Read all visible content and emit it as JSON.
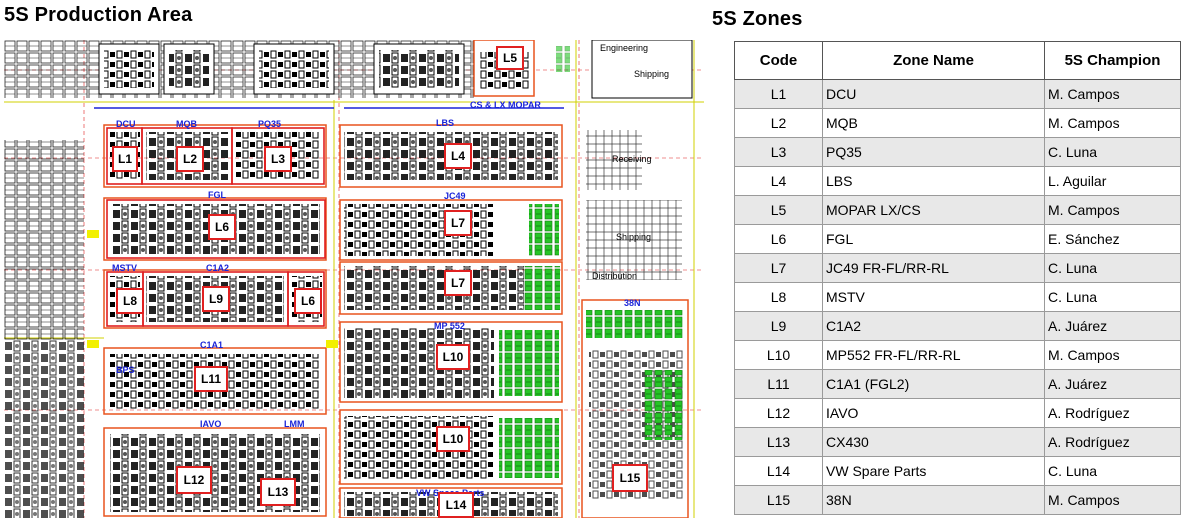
{
  "left_title": "5S Production Area",
  "right_title": "5S Zones",
  "map": {
    "zone_labels": [
      "L1",
      "L2",
      "L3",
      "L4",
      "L5",
      "L6",
      "L7",
      "L7",
      "L8",
      "L9",
      "L6",
      "L10",
      "L11",
      "L10",
      "L12",
      "L13",
      "L14",
      "L15"
    ],
    "area_names": [
      "DCU",
      "MQB",
      "PQ35",
      "LBS",
      "FGL",
      "JC49",
      "MSTV",
      "C1A2",
      "MP 552",
      "C1A1",
      "BPS",
      "IAVO",
      "LMM",
      "VW Space Parts",
      "38N",
      "CS & LX MOPAR"
    ],
    "room_texts": [
      "Engineering",
      "Shipping",
      "Receiving",
      "Shipping",
      "Distribution"
    ]
  },
  "table": {
    "headers": {
      "code": "Code",
      "zone": "Zone Name",
      "champion": "5S Champion"
    },
    "rows": [
      {
        "code": "L1",
        "zone": "DCU",
        "champion": "M. Campos"
      },
      {
        "code": "L2",
        "zone": "MQB",
        "champion": "M. Campos"
      },
      {
        "code": "L3",
        "zone": "PQ35",
        "champion": "C. Luna"
      },
      {
        "code": "L4",
        "zone": "LBS",
        "champion": "L. Aguilar"
      },
      {
        "code": "L5",
        "zone": "MOPAR LX/CS",
        "champion": "M. Campos"
      },
      {
        "code": "L6",
        "zone": "FGL",
        "champion": "E. Sánchez"
      },
      {
        "code": "L7",
        "zone": "JC49 FR-FL/RR-RL",
        "champion": "C. Luna"
      },
      {
        "code": "L8",
        "zone": "MSTV",
        "champion": "C. Luna"
      },
      {
        "code": "L9",
        "zone": "C1A2",
        "champion": "A. Juárez"
      },
      {
        "code": "L10",
        "zone": "MP552 FR-FL/RR-RL",
        "champion": "M. Campos"
      },
      {
        "code": "L11",
        "zone": "C1A1 (FGL2)",
        "champion": "A. Juárez"
      },
      {
        "code": "L12",
        "zone": "IAVO",
        "champion": "A. Rodríguez"
      },
      {
        "code": "L13",
        "zone": "CX430",
        "champion": "A. Rodríguez"
      },
      {
        "code": "L14",
        "zone": "VW Spare Parts",
        "champion": "C. Luna"
      },
      {
        "code": "L15",
        "zone": "38N",
        "champion": "M. Campos"
      }
    ]
  },
  "colors": {
    "zone_outline": "#e8541e",
    "label_border": "#e02020",
    "area_text": "#1a24d8",
    "grid": "#d0d000"
  }
}
